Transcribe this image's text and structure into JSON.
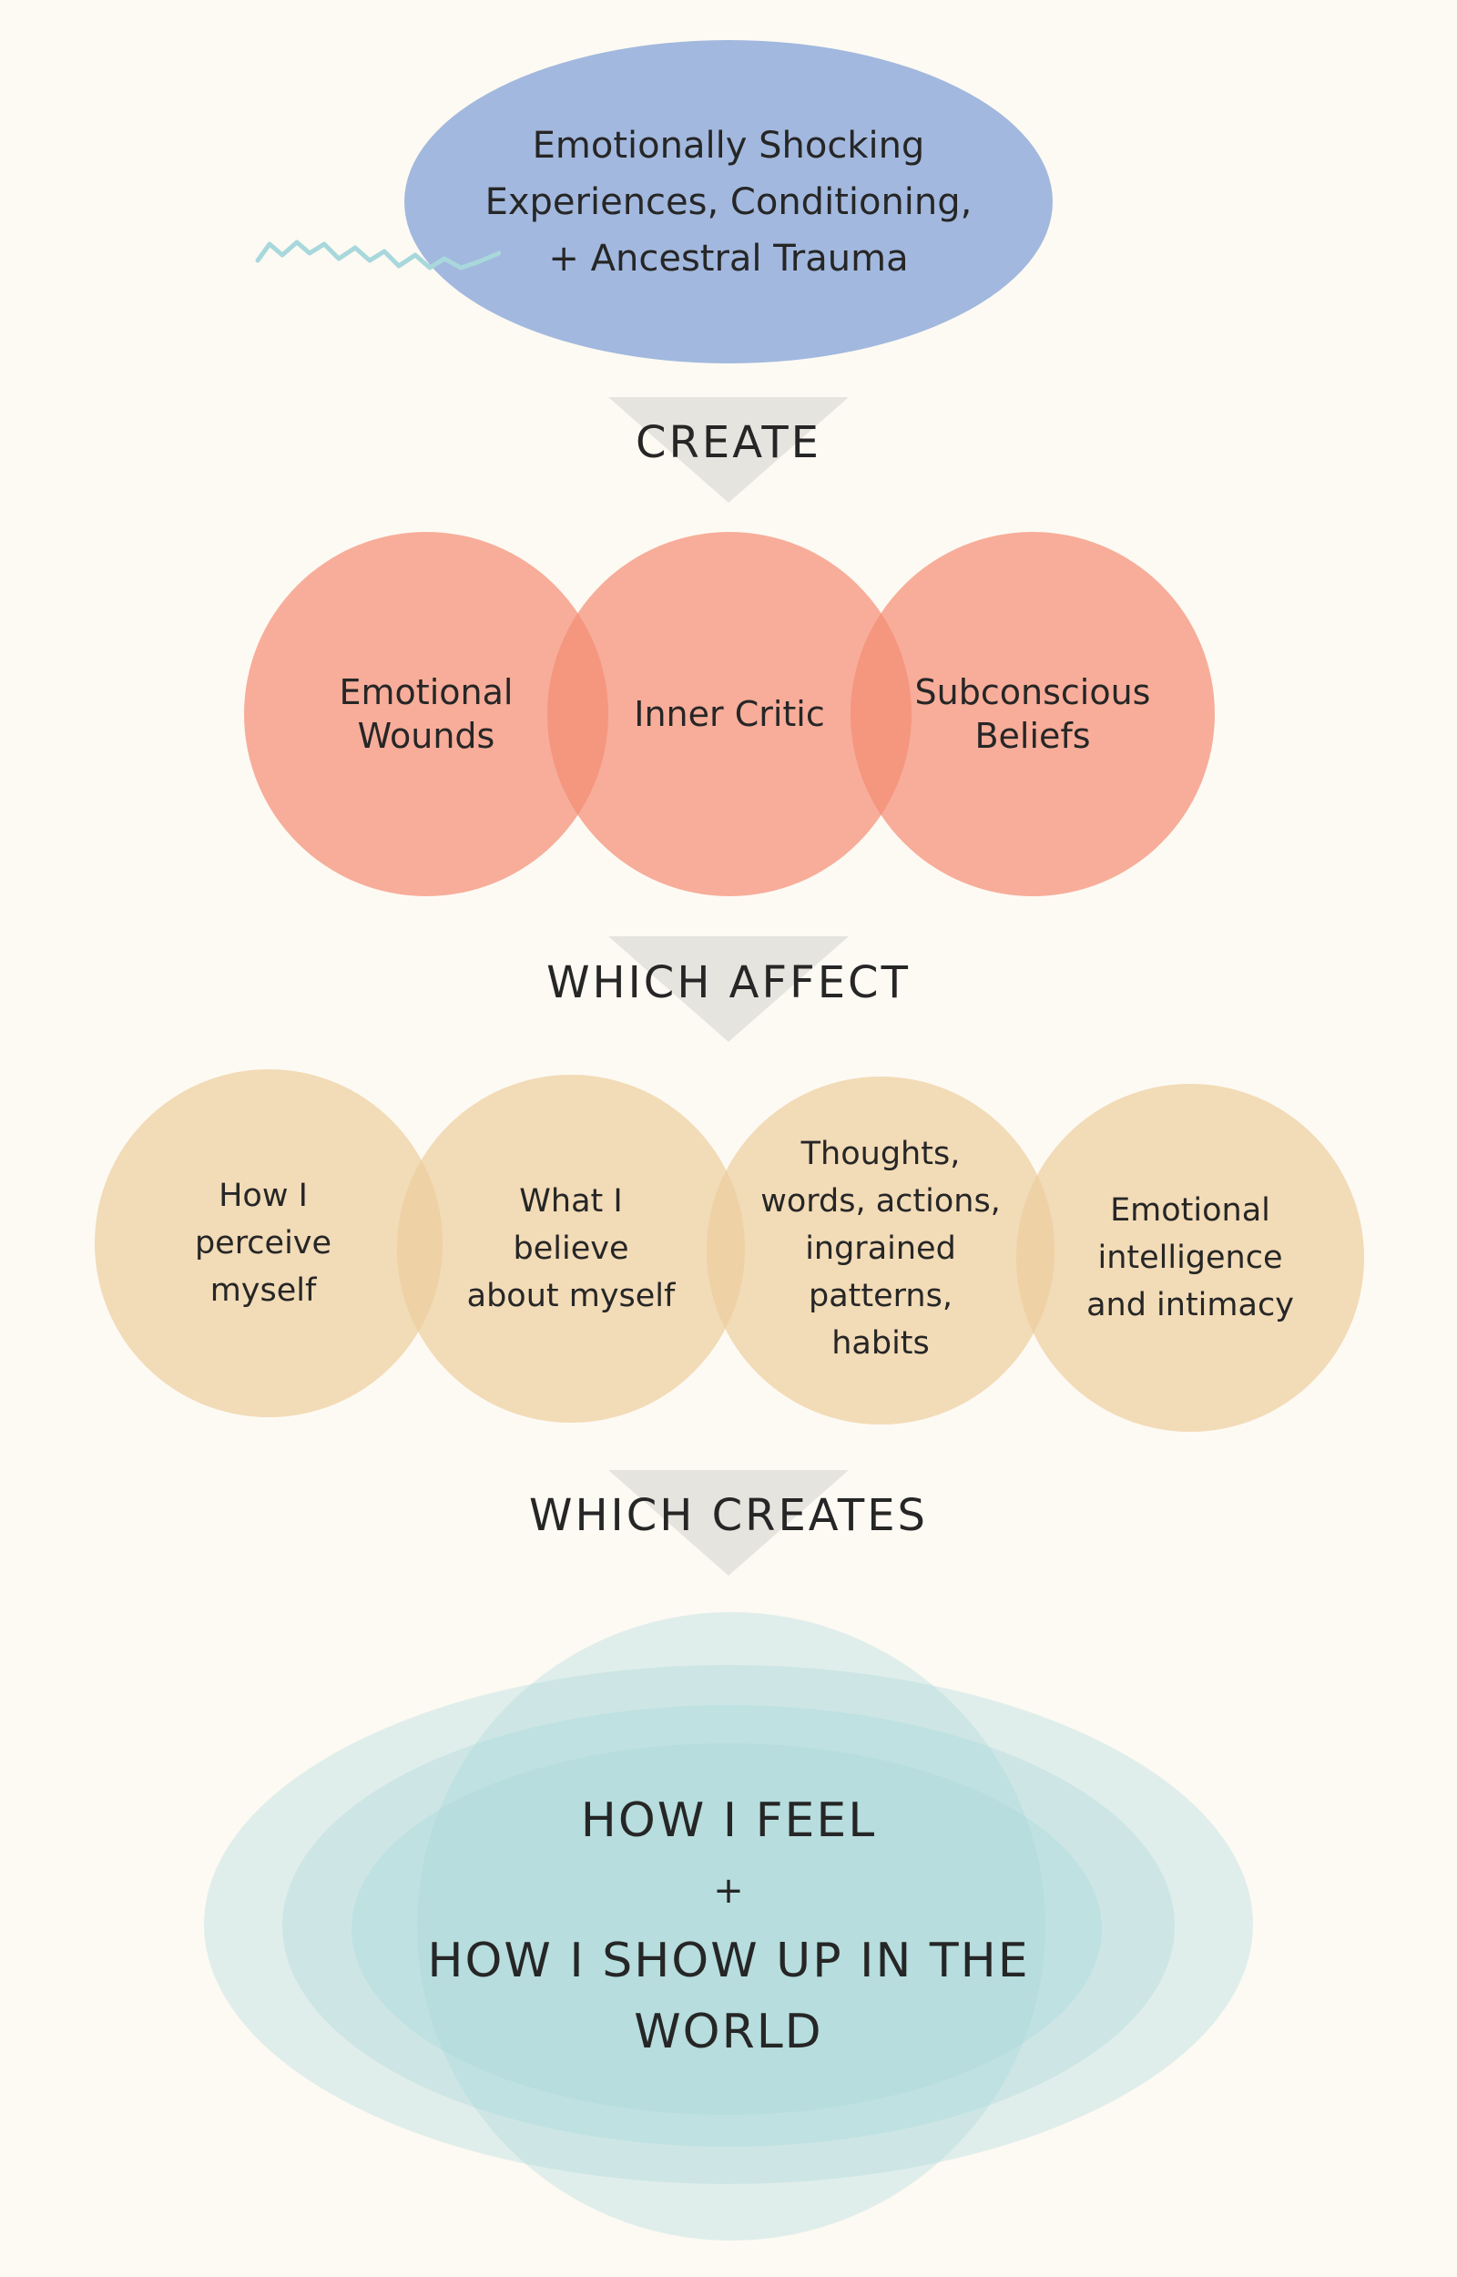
{
  "top": {
    "text": "Emotionally Shocking\nExperiences, Conditioning,\n+ Ancestral Trauma"
  },
  "connectors": {
    "create": "CREATE",
    "affect": "WHICH AFFECT",
    "creates": "WHICH CREATES"
  },
  "row1": [
    "Emotional\nWounds",
    "Inner Critic",
    "Subconscious\nBeliefs"
  ],
  "row2": [
    "How I\nperceive\nmyself",
    "What I\nbelieve\nabout myself",
    "Thoughts,\nwords, actions,\ningrained\npatterns,\nhabits",
    "Emotional\nintelligence\nand intimacy"
  ],
  "bottom": {
    "line1": "HOW I FEEL",
    "plus": "+",
    "line2": "HOW I SHOW UP IN THE\nWORLD"
  },
  "colors": {
    "background": "#fdfaf3",
    "top_oval": "#a2b8de",
    "row1_circles": "#f38b73",
    "row2_circles": "#eccd9d",
    "bottom_rings": "#a6d6db",
    "connector_triangle": "#e6e4df",
    "squiggle": "#a8d8dc"
  }
}
